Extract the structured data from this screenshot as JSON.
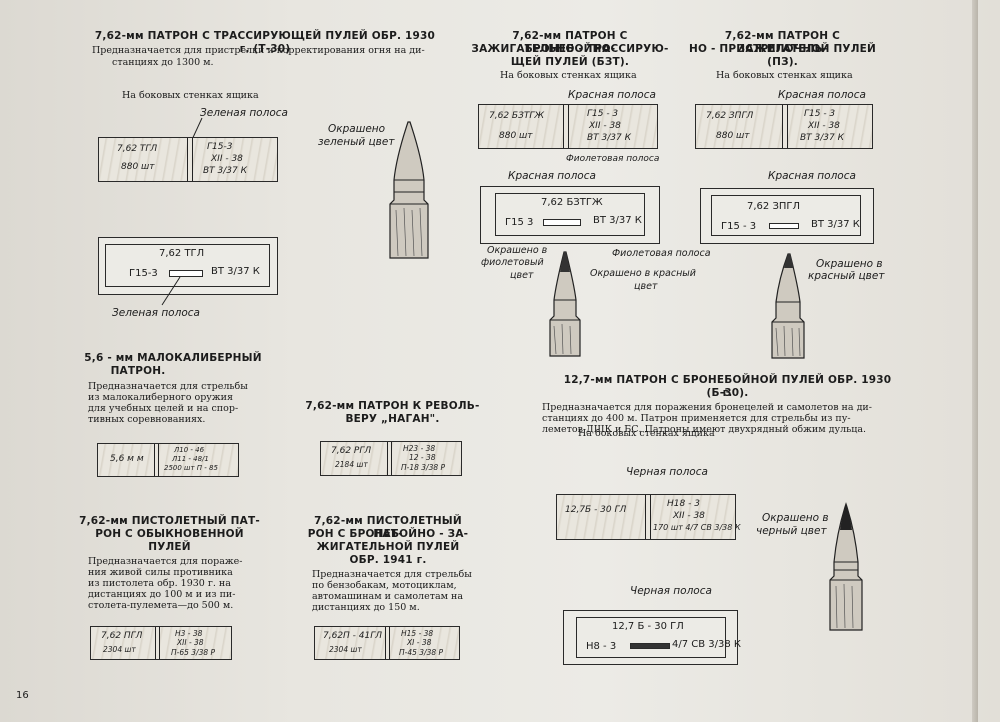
{
  "page_number": "16",
  "sections": {
    "t30": {
      "title": "7,62-мм ПАТРОН С ТРАССИРУЮЩЕЙ ПУЛЕЙ ОБР. 1930 г. (Т-30)",
      "desc1": "Предназначается для пристрелки и корректирования огня на ди-",
      "desc2": "станциях до 1300 м.",
      "side_caption": "На боковых стенках ящика",
      "stripe_label": "Зеленая полоса",
      "box_l1": "7,62 ТГЛ",
      "box_l2": "880 шт",
      "box_r1": "Г15-3",
      "box_r2": "XII - 38",
      "box_r3": "ВТ 3/37 К",
      "lid_top": "7,62 ТГЛ",
      "lid_left": "Г15-3",
      "lid_right": "ВТ 3/37 К",
      "lid_stripe_label": "Зеленая полоса",
      "bullet_label1": "Окрашено",
      "bullet_label2": "зеленый цвет"
    },
    "bztg": {
      "title1": "7,62-мм ПАТРОН С БРОНЕБОЙНО-",
      "title2": "ЗАЖИГАТЕЛЬНО - ТРАССИРУЮ-",
      "title3": "ЩЕЙ ПУЛЕЙ (БЗТ).",
      "side_caption": "На боковых стенках ящика",
      "red_label": "Красная полоса",
      "violet_label": "Фиолетовая полоса",
      "box_l1": "7,62 БЗТГЖ",
      "box_l2": "880 шт",
      "box_r1": "Г15 - 3",
      "box_r2": "XII - 38",
      "box_r3": "ВТ 3/37 К",
      "lid_red_label": "Красная полоса",
      "lid_top": "7,62 БЗТГЖ",
      "lid_left": "Г15 3",
      "lid_right": "ВТ 3/37 К",
      "lid_violet_label": "Фиолетовая полоса",
      "b_violet1": "Окрашено в",
      "b_violet2": "фиолетовый",
      "b_violet3": "цвет",
      "b_red1": "Окрашено в красный",
      "b_red2": "цвет"
    },
    "pz": {
      "title1": "7,62-мм ПАТРОН С ЗАЖИГАТЕЛЬ-",
      "title2": "НО - ПРИСТРЕЛОЧНОЙ ПУЛЕЙ",
      "title3": "(ПЗ).",
      "side_caption": "На боковых стенках ящика",
      "red_label": "Красная полоса",
      "box_l1": "7,62 ЗПГЛ",
      "box_l2": "880 шт",
      "box_r1": "Г15 - 3",
      "box_r2": "XII - 38",
      "box_r3": "ВТ 3/37 К",
      "lid_red_label": "Красная полоса",
      "lid_top": "7,62   ЗПГЛ",
      "lid_left": "Г15 - 3",
      "lid_right": "ВТ 3/37 К",
      "b1": "Окрашено в",
      "b2": "красный цвет"
    },
    "small": {
      "title1": "5,6 - мм  МАЛОКАЛИБЕРНЫЙ",
      "title2": "ПАТРОН.",
      "desc": [
        "Предназначается для стрельбы",
        "из малокалиберного оружия",
        "для учебных целей и на спор-",
        "тивных соревнованиях."
      ],
      "box_l": "5,6 м м",
      "box_r1": "Л10 - 46",
      "box_r2": "Л11 - 48/1",
      "box_r3": "2500 шт  П - 85"
    },
    "nagan": {
      "title1": "7,62-мм ПАТРОН К РЕВОЛЬ-",
      "title2": "ВЕРУ „НАГАН\".",
      "box_l1": "7,62 РГЛ",
      "box_l2": "2184 шт",
      "box_r1": "Н23 - 38",
      "box_r2": "12 - 38",
      "box_r3": "П-18 3/38 Р"
    },
    "pistol": {
      "title1": "7,62-мм ПИСТОЛЕТНЫЙ ПАТ-",
      "title2": "РОН С ОБЫКНОВЕННОЙ",
      "title3": "ПУЛЕЙ",
      "desc": [
        "Предназначается для пораже-",
        "ния живой силы противника",
        "из пистолета обр. 1930 г. на",
        "дистанциях до 100 м и из пи-",
        "столета-пулемета—до 500 м."
      ],
      "box_l1": "7,62 ПГЛ",
      "box_l2": "2304 шт",
      "box_r1": "Н3 - 38",
      "box_r2": "XII - 38",
      "box_r3": "П-65 3/38 Р"
    },
    "pistol_bz": {
      "title1": "7,62-мм ПИСТОЛЕТНЫЙ ПАТ-",
      "title2": "РОН С БРОНЕБОЙНО - ЗА-",
      "title3": "ЖИГАТЕЛЬНОЙ ПУЛЕЙ",
      "title4": "ОБР. 1941 г.",
      "desc": [
        "Предназначается для стрельбы",
        "по бензобакам, мотоциклам,",
        "автомашинам и самолетам на",
        "дистанциях до 150 м."
      ],
      "box_l1": "7,62П - 41ГЛ",
      "box_l2": "2304 шт",
      "box_r1": "Н15 - 38",
      "box_r2": "XI - 38",
      "box_r3": "П-45 3/38 Р"
    },
    "b30": {
      "title1": "12,7-мм ПАТРОН С БРОНЕБОЙНОЙ ПУЛЕЙ ОБР. 1930 г.",
      "title2": "(Б-30).",
      "desc": [
        "Предназначается для поражения бронецелей и самолетов на ди-",
        "станциях до 400 м. Патрон применяется для стрельбы из пу-",
        "леметов ДШК и БС. Патроны имеют двухрядный обжим дульца."
      ],
      "side_caption": "На боковых стенках ящика",
      "black_label": "Черная полоса",
      "box_l": "12,7Б - 30 ГЛ",
      "box_r1": "Н18 - 3",
      "box_r2": "XII - 38",
      "box_r3": "170 шт 4/7 СВ 3/38 К",
      "lid_black_label": "Черная полоса",
      "lid_top": "12,7 Б - 30 ГЛ",
      "lid_left": "Н8 - 3",
      "lid_right": "4/7 СВ 3/38 К",
      "b1": "Окрашено в",
      "b2": "черный цвет"
    }
  }
}
